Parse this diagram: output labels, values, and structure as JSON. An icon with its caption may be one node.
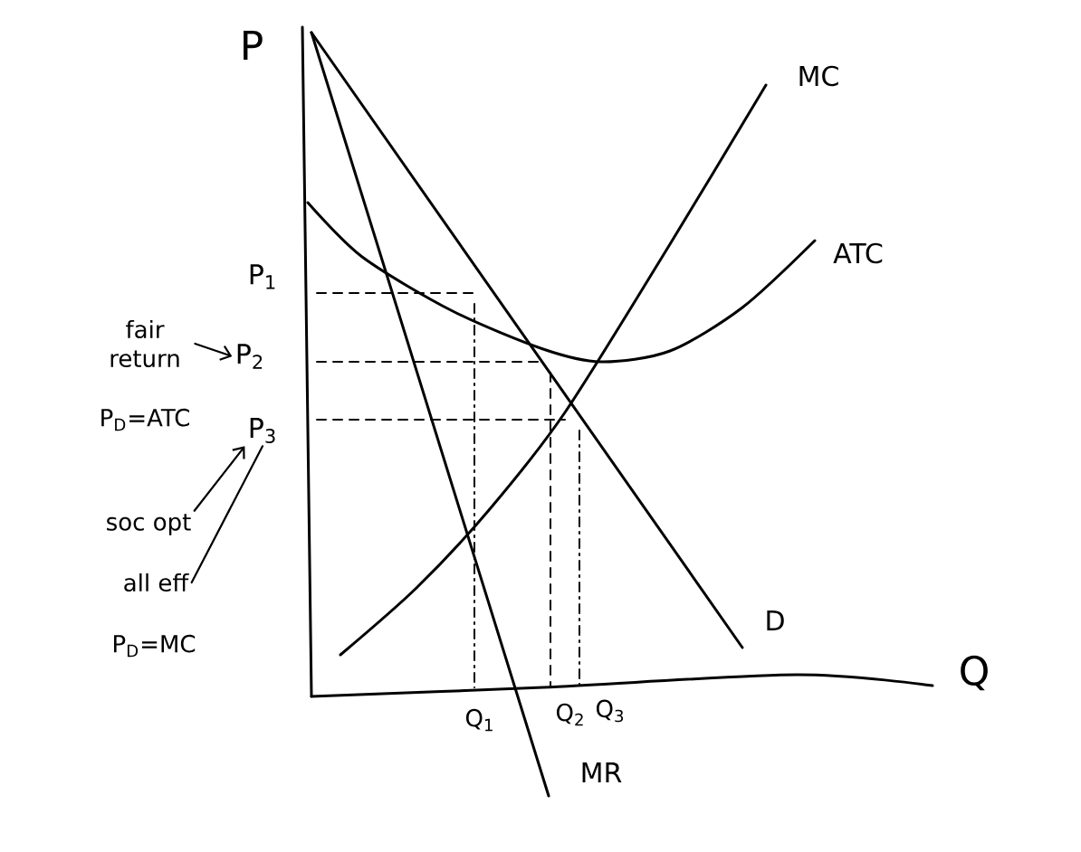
{
  "diagram": {
    "nodes": [
      {
        "text": [
          "fair return"
        ]
      },
      {
        "text": [
          "P$_{2}$"
        ]
      },
      {
        "text": [
          "P$_{3}$"
        ]
      },
      {
        "text": [
          "soc opt"
        ]
      },
      {
        "text": [
          "all eff"
        ]
      }
    ],
    "edges": [
      {
        "from": 0,
        "to": 1,
        "arrow": "to"
      },
      {
        "from": 3,
        "to": 2,
        "arrow": "to"
      },
      {
        "from": 4,
        "to": 2,
        "arrow": "none"
      }
    ],
    "labels": [
      "P",
      "MC",
      "ATC",
      "P$_{1}$",
      "P$_{D}$=ATC",
      "D",
      "P$_{D}$=MC",
      "Q",
      "Q$_{2}$",
      "Q$_{3}$",
      "Q$_{1}$",
      "MR"
    ]
  }
}
